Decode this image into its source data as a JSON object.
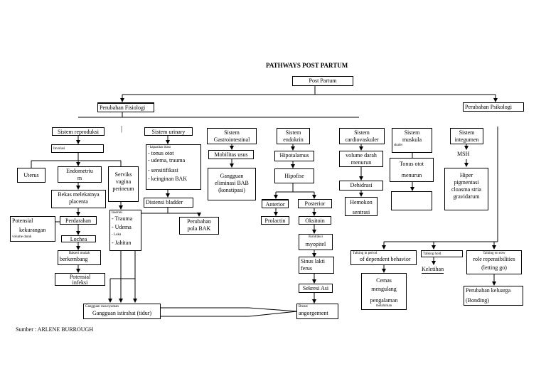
{
  "title": "PATHWAYS POST PARTUM",
  "source": "Sumber : ARLENE BURROUGH",
  "nodes": {
    "post_partum": "Post Partum",
    "fisiologi": "Perubahan Fisiologi",
    "psikologi": "Perubahan Psikologi",
    "sys_repro": "Sistem reproduksi",
    "sys_urinary": "Sistem urinary",
    "sys_gastro_1": "Sistem",
    "sys_gastro_2": "Gastrointestinal",
    "sys_endo_1": "Sistem",
    "sys_endo_2": "endokrin",
    "sys_cardio_1": "Sistem",
    "sys_cardio_2": "cardiovaskuler",
    "sys_musk_1": "Sistem",
    "sys_musk_2": "muskula",
    "sys_musk_3": "skuler",
    "sys_integ_1": "Sistem",
    "sys_integ_2": "integumen",
    "involusi": "Involusi",
    "urin_1": "- kapasitas blast",
    "urin_2": "- tonus otot",
    "urin_3": "- udema, trauma",
    "urin_4": "- sensitifikasi",
    "urin_5": "- keinginan BAK",
    "mobilitas": "Mobilitas usus",
    "gangguan_elim_1": "Gangguan",
    "gangguan_elim_2": "eliminasi BAB",
    "gangguan_elim_3": "(konstipasi)",
    "hipotalamus": "Hipotalamus",
    "hipofise": "Hipofise",
    "vol_darah_1": "volume darah",
    "vol_darah_2": "menurun",
    "tonus_1": "Tonus otot",
    "tonus_2": "menurun",
    "msh": "MSH",
    "uterus": "Uterus",
    "endometriu_1": "Endometriu",
    "endometriu_2": "m",
    "serviks_1": "Serviks",
    "serviks_2": "vagina",
    "serviks_3": "perineum",
    "hiper_1": "Hiper",
    "hiper_2": "pigmentasi",
    "hiper_3": "cloasma stria",
    "hiper_4": "gravidarum",
    "bekas_1": "Bekas melekatnya",
    "bekas_2": "placenta",
    "distensi": "Distensi bladder",
    "anterior": "Anterior",
    "posterior": "Posterior",
    "dehidrasi": "Dehidrasi",
    "hemokon_1": "Hemokon",
    "hemokon_2": "sentrasi",
    "potensial_1": "Potensial",
    "potensial_2": "kekurangan",
    "potensial_3": "volume darah",
    "perdarahan": "Perdarahan",
    "trauma_0": "laserasi",
    "trauma_1": "- Trauma",
    "trauma_2": "- Udema",
    "trauma_3": "- Luka",
    "trauma_4": "- Jahitan",
    "pola_bak_1": "Perubahan",
    "pola_bak_2": "pola BAK",
    "prolactin": "Prolactin",
    "oksitoin": "Oksitoin",
    "lochea": "Lochea",
    "kontraksi_1": "Kontraksi",
    "kontraksi_2": "myopitel",
    "bakteri_1": "Bakteri mudah",
    "bakteri_2": "berkembang",
    "sinus_1": "Sinus lakti",
    "sinus_2": "ferus",
    "infeksi_1": "Potensial",
    "infeksi_2": "infeksi",
    "sekresi": "Sekresi Asi",
    "talking_1a": "Talking in period",
    "talking_1b": "of dependent behavior",
    "talking_hold": "Talking hold",
    "talking_2a": "Talking on now",
    "talking_2b": "role repensibilities",
    "talking_2c": "(letting go)",
    "keletihan": "Keletihan",
    "cemas_1": "Cemas",
    "cemas_2": "mengulang",
    "cemas_3": "pengalaman",
    "cemas_4": "melahirkan",
    "keluarga_1": "Perubahan keluarga",
    "keluarga_2": "(Bonding)",
    "gangguan_istirahat_small": "Gangguan rasa nyaman",
    "gangguan_istirahat": "Gangguan istirahat (tidur)",
    "engorgement_small": "Breast",
    "engorgement": "angorgement"
  }
}
